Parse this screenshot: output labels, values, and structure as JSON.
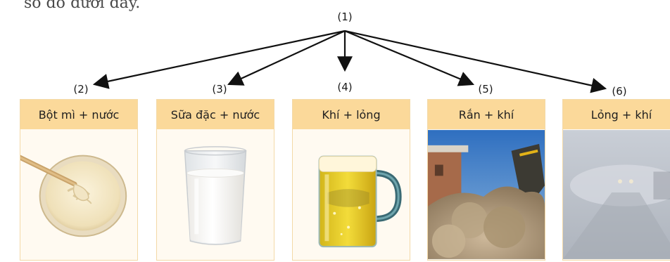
{
  "header_text": "so đồ dưới đây.",
  "labels": {
    "root": "(1)",
    "n2": "(2)",
    "n3": "(3)",
    "n4": "(4)",
    "n5": "(5)",
    "n6": "(6)"
  },
  "cards": [
    {
      "title": "Bột mì + nước",
      "image": "dough-bowl-image"
    },
    {
      "title": "Sữa đặc + nước",
      "image": "milk-glass-image"
    },
    {
      "title": "Khí + lỏng",
      "image": "beer-mug-image"
    },
    {
      "title": "Rắn + khí",
      "image": "demolition-dust-image"
    },
    {
      "title": "Lỏng + khí",
      "image": "fog-road-image"
    }
  ],
  "colors": {
    "card_header": "#fbd99a",
    "card_border": "#f3d9a7",
    "arrow": "#111111"
  }
}
